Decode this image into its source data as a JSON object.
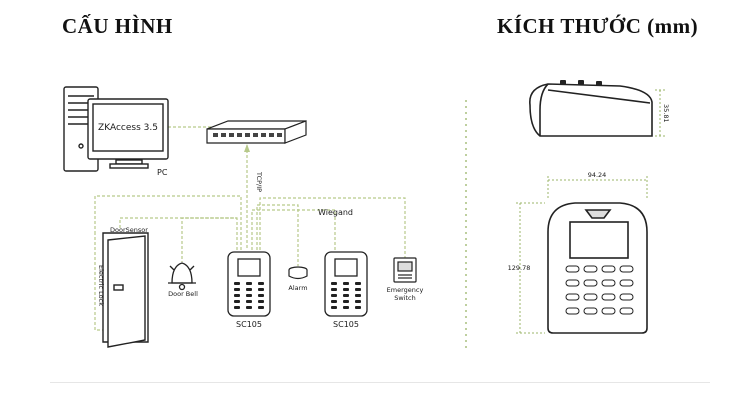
{
  "headings": {
    "config": "CẤU HÌNH",
    "dimensions": "KÍCH THƯỚC (mm)"
  },
  "diagram": {
    "software_screen": "ZKAccess 3.5",
    "pc_label": "PC",
    "tcpip_label": "TCP/IP",
    "wiegand_label": "Wiegand",
    "door_sensor_label": "DoorSensor",
    "electric_lock_label": "Electric Lock",
    "door_bell_label": "Door Bell",
    "device1_label": "SC105",
    "alarm_label": "Alarm",
    "device2_label": "SC105",
    "emergency_label_line1": "Emergency",
    "emergency_label_line2": "Switch"
  },
  "dimensions": {
    "depth": "35.81",
    "width": "94.24",
    "height": "129.78"
  },
  "colors": {
    "wire": "#b7c98a",
    "stroke": "#222222",
    "divider": "#9bb56a"
  }
}
